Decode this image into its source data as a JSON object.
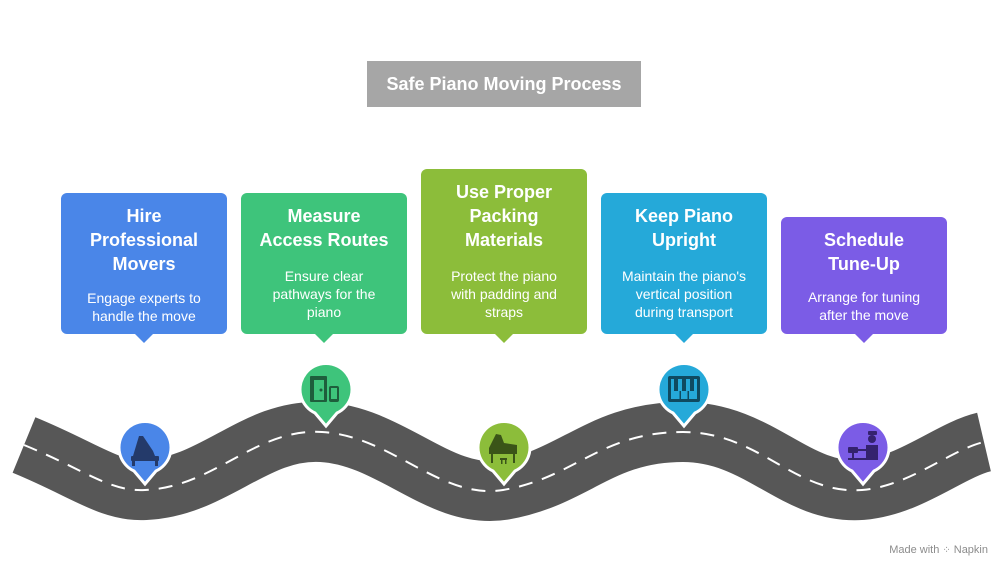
{
  "title": "Safe Piano Moving Process",
  "steps": [
    {
      "title": "Hire Professional Movers",
      "title_lines": [
        "Hire",
        "Professional",
        "Movers"
      ],
      "desc_lines": [
        "Engage experts to",
        "handle the move"
      ],
      "color": "#4a86e8",
      "icon": "piano-icon"
    },
    {
      "title": "Measure Access Routes",
      "title_lines": [
        "Measure",
        "Access Routes"
      ],
      "desc_lines": [
        "Ensure clear",
        "pathways for the",
        "piano"
      ],
      "color": "#3ec47b",
      "icon": "door-phone-icon"
    },
    {
      "title": "Use Proper Packing Materials",
      "title_lines": [
        "Use Proper",
        "Packing",
        "Materials"
      ],
      "desc_lines": [
        "Protect the piano",
        "with padding and",
        "straps"
      ],
      "color": "#8cbd3a",
      "icon": "grand-piano-icon"
    },
    {
      "title": "Keep Piano Upright",
      "title_lines": [
        "Keep Piano",
        "Upright"
      ],
      "desc_lines": [
        "Maintain the piano's",
        "vertical position",
        "during transport"
      ],
      "color": "#25a9d9",
      "icon": "keyboard-icon"
    },
    {
      "title": "Schedule Tune-Up",
      "title_lines": [
        "Schedule",
        "Tune-Up"
      ],
      "desc_lines": [
        "Arrange for tuning",
        "after the move"
      ],
      "color": "#7b5ce6",
      "icon": "technician-icon"
    }
  ],
  "footer": {
    "made_with": "Made with",
    "brand": "Napkin"
  }
}
